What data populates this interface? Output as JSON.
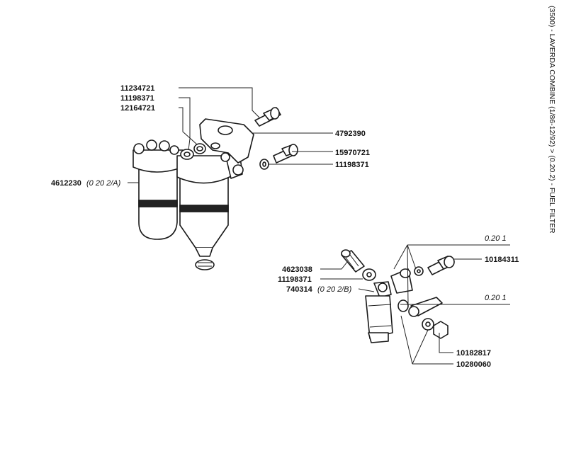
{
  "title": "(3500) - LAVERDA COMBINE (1/86-12/92) > (0.20.2) - FUEL FILTER",
  "labels": {
    "p11234721": "11234721",
    "p11198371_top": "11198371",
    "p12164721": "12164721",
    "p4792390": "4792390",
    "p15970721": "15970721",
    "p11198371_right": "11198371",
    "p4612230": "4612230",
    "p4612230_ref": "(0 20 2/A)",
    "ref_0201_top": "0.20 1",
    "p10184311": "10184311",
    "p4623038": "4623038",
    "p11198371_lower": "11198371",
    "p740314": "740314",
    "p740314_ref": "(0 20 2/B)",
    "ref_0201_mid": "0.20 1",
    "p10182817": "10182817",
    "p10280060": "10280060"
  }
}
